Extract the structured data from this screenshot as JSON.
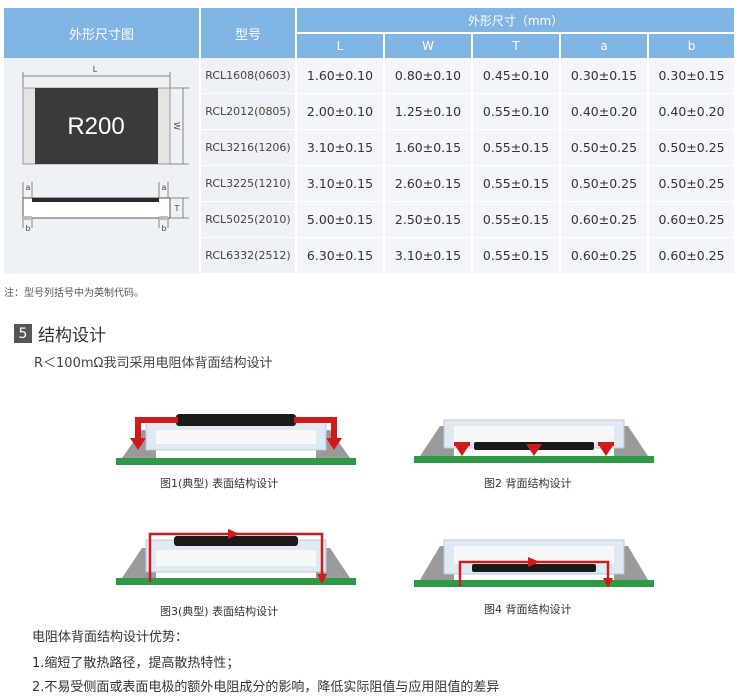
{
  "table": {
    "col_outline": "外形尺寸图",
    "col_model": "型号",
    "col_dims": "外形尺寸（mm）",
    "dim_cols": [
      "L",
      "W",
      "T",
      "a",
      "b"
    ],
    "rows": [
      {
        "model": "RCL1608(0603)",
        "values": [
          "1.60±0.10",
          "0.80±0.10",
          "0.45±0.10",
          "0.30±0.15",
          "0.30±0.15"
        ]
      },
      {
        "model": "RCL2012(0805)",
        "values": [
          "2.00±0.10",
          "1.25±0.10",
          "0.55±0.10",
          "0.40±0.20",
          "0.40±0.20"
        ]
      },
      {
        "model": "RCL3216(1206)",
        "values": [
          "3.10±0.15",
          "1.60±0.15",
          "0.55±0.15",
          "0.50±0.25",
          "0.50±0.25"
        ]
      },
      {
        "model": "RCL3225(1210)",
        "values": [
          "3.10±0.15",
          "2.60±0.15",
          "0.55±0.15",
          "0.50±0.25",
          "0.50±0.25"
        ]
      },
      {
        "model": "RCL5025(2010)",
        "values": [
          "5.00±0.15",
          "2.50±0.15",
          "0.55±0.15",
          "0.60±0.25",
          "0.60±0.25"
        ]
      },
      {
        "model": "RCL6332(2512)",
        "values": [
          "6.30±0.15",
          "3.10±0.15",
          "0.55±0.15",
          "0.60±0.25",
          "0.60±0.25"
        ]
      }
    ]
  },
  "drawing": {
    "marking": "R200",
    "L": "L",
    "W": "W",
    "T": "T",
    "a": "a",
    "b": "b"
  },
  "note": "注：型号列括号中为英制代码。",
  "section": {
    "number": "5",
    "title": "结构设计",
    "intro": "R＜100mΩ我司采用电阻体背面结构设计"
  },
  "figures": [
    {
      "caption": "图1(典型) 表面结构设计"
    },
    {
      "caption": "图2 背面结构设计"
    },
    {
      "caption": "图3(典型) 表面结构设计"
    },
    {
      "caption": "图4 背面结构设计"
    }
  ],
  "advantages": {
    "heading": "电阻体背面结构设计优势：",
    "items": [
      "1.缩短了散热路径，提高散热特性；",
      "2.不易受侧面或表面电极的额外电阻成分的影响，降低实际阻值与应用阻值的差异"
    ]
  },
  "colors": {
    "header_blue": "#7fb4e3",
    "arrow_red": "#d11a1a",
    "pcb_green": "#2f9a45",
    "resistor_black": "#1a1a1a"
  }
}
